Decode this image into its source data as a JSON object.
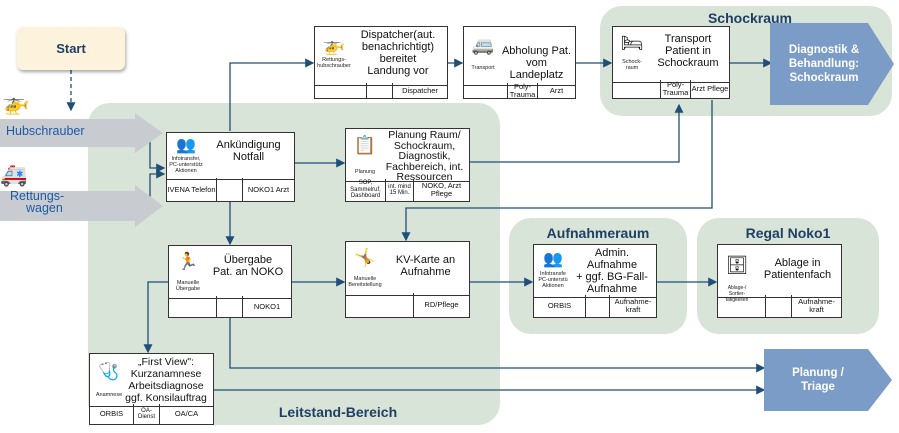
{
  "start": "Start",
  "sources": {
    "helicopter": "Hubschrauber",
    "ambulance_line1": "Rettungs-",
    "ambulance_line2": "wagen"
  },
  "areas": {
    "schockraum": "Schockraum",
    "aufnahmeraum": "Aufnahmeraum",
    "regal": "Regal Noko1",
    "leitstand": "Leitstand-Bereich"
  },
  "targets": {
    "diagnostik": [
      "Diagnostik &",
      "Behandlung:",
      "Schockraum"
    ],
    "planung": [
      "Planung /",
      "Triage"
    ]
  },
  "boxes": {
    "dispatcher": {
      "title": [
        "Dispatcher(aut.",
        "benachrichtigt)",
        "bereitet",
        "Landung vor"
      ],
      "icon": "helicopter-icon",
      "icon_label": [
        "Rettungs-",
        "hubschrauber"
      ],
      "cells": [
        "",
        "",
        "Dispatcher"
      ]
    },
    "abholung": {
      "title": [
        "Abholung Pat.",
        "vom Landeplatz"
      ],
      "icon": "transport-vehicle-icon",
      "icon_label": [
        "Transport"
      ],
      "cells": [
        "",
        "Poly-Trauma",
        "Arzt"
      ]
    },
    "transport": {
      "title": [
        "Transport",
        "Patient in",
        "Schockraum"
      ],
      "icon": "stretcher-icon",
      "icon_label": [
        "Schock-",
        "raum"
      ],
      "cells": [
        "",
        "Poly-Trauma",
        "Arzt Pflege"
      ]
    },
    "ankuendigung": {
      "title": [
        "Ankündigung",
        "Notfall"
      ],
      "icon": "info-transfer-icon",
      "icon_label": [
        "Infotransfer,",
        "PC-unterstütz",
        "Aktionen"
      ],
      "cells": [
        "IVENA Telefon",
        "",
        "NOKO1 Arzt"
      ]
    },
    "planung_raum": {
      "title": [
        "Planung Raum/",
        "Schockraum,",
        "Diagnostik,",
        "Fachbereich, int.",
        "Ressourcen"
      ],
      "icon": "planning-board-icon",
      "icon_label": [
        "Planung"
      ],
      "cells": [
        "SOP, Sammelruf, Dashboard",
        "int. mind 15 Min.",
        "NOKO, Arzt Pflege"
      ]
    },
    "uebergabe": {
      "title": [
        "Übergabe",
        "Pat. an NOKO"
      ],
      "icon": "handover-icon",
      "icon_label": [
        "Manuelle",
        "Übergabe"
      ],
      "cells": [
        "",
        "",
        "NOKO1"
      ]
    },
    "kvkarte": {
      "title": [
        "KV-Karte an",
        "Aufnahme"
      ],
      "icon": "provision-icon",
      "icon_label": [
        "Manuelle",
        "Bereitstellung"
      ],
      "cells": [
        "",
        "RD/Pflege"
      ]
    },
    "admin": {
      "title": [
        "Admin.",
        "Aufnahme",
        "+ ggf. BG-Fall-",
        "Aufnahme"
      ],
      "icon": "info-transfer-icon",
      "icon_label": [
        "Infotransfe",
        "PC-unterstü",
        "Aktionen"
      ],
      "cells": [
        "ORBIS",
        "",
        "Aufnahme-kraft"
      ]
    },
    "ablage": {
      "title": [
        "Ablage in",
        "Patientenfach"
      ],
      "icon": "filing-cabinet-icon",
      "icon_label": [
        "Ablage-/ Sortier-",
        "tätigkeiten"
      ],
      "cells": [
        "",
        "",
        "Aufnahme-kraft"
      ]
    },
    "firstview": {
      "title": [
        "„First View\":",
        "Kurzanamnese",
        "Arbeitsdiagnose",
        "ggf. Konsilauftrag"
      ],
      "icon": "anamnesis-icon",
      "icon_label": [
        "Anamnese"
      ],
      "cells": [
        "ORBIS",
        "OA-Dienst",
        "OA/CA"
      ]
    }
  }
}
